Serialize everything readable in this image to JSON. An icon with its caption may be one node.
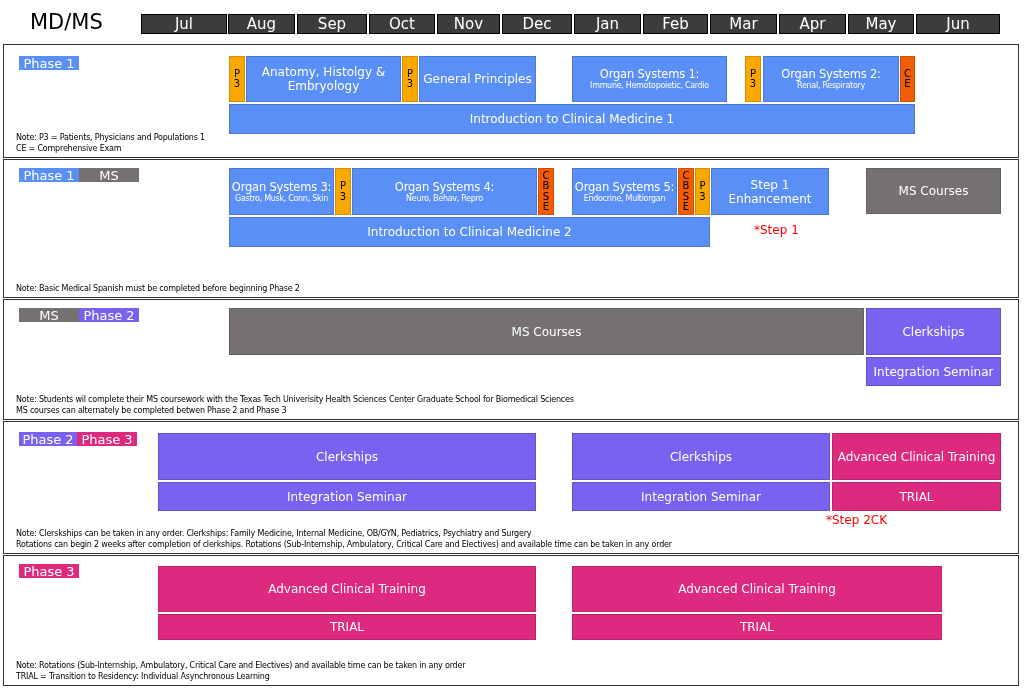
{
  "diagram": {
    "title": "MD/MS",
    "nodes": [
      {
        "text": [
          "Jul"
        ]
      },
      {
        "text": [
          "Aug"
        ]
      },
      {
        "text": [
          "Sep"
        ]
      },
      {
        "text": [
          "Oct"
        ]
      },
      {
        "text": [
          "Nov"
        ]
      },
      {
        "text": [
          "Dec"
        ]
      },
      {
        "text": [
          "Jan"
        ]
      },
      {
        "text": [
          "Feb"
        ]
      },
      {
        "text": [
          "Mar"
        ]
      },
      {
        "text": [
          "Apr"
        ]
      },
      {
        "text": [
          "May"
        ]
      },
      {
        "text": [
          "Jun"
        ]
      },
      {
        "text": [
          "Note: P3 = Patients, Physicians and Populations 1",
          "CE = Comprehensive Exam"
        ]
      },
      {
        "text": [
          "Phase 1"
        ],
        "in": 12
      },
      {
        "text": [
          "P3"
        ],
        "in": 12
      },
      {
        "text": [
          "Anatomy, Histolgy & Embryology"
        ],
        "in": 12
      },
      {
        "text": [
          "P3"
        ],
        "in": 12
      },
      {
        "text": [
          "General Principles"
        ],
        "in": 12
      },
      {
        "text": [
          "Organ Systems 1:",
          "Immune, Hemotopoietic, Cardio"
        ],
        "in": 12
      },
      {
        "text": [
          "P3"
        ],
        "in": 12
      },
      {
        "text": [
          "Organ Systems 2:",
          "Renal, Respiratory"
        ],
        "in": 12
      },
      {
        "text": [
          "CE"
        ],
        "in": 12
      },
      {
        "text": [
          "Introduction to Clinical Medicine 1"
        ],
        "in": 12
      },
      {
        "text": [
          "Note: Basic Medical Spanish must be completed before beginning Phase 2"
        ]
      },
      {
        "text": [
          "Phase 1"
        ],
        "in": 23
      },
      {
        "text": [
          "MS"
        ],
        "in": 23
      },
      {
        "text": [
          "Organ Systems 3:",
          "Gastro, Musk, Conn, Skin"
        ],
        "in": 23
      },
      {
        "text": [
          "P3"
        ],
        "in": 23
      },
      {
        "text": [
          "Organ Systems 4:",
          "Neuro, Behav, Repro"
        ],
        "in": 23
      },
      {
        "text": [
          "CBSE"
        ],
        "in": 23
      },
      {
        "text": [
          "Organ Systems 5:",
          "Endocrine, Multiorgan"
        ],
        "in": 23
      },
      {
        "text": [
          "CBSE"
        ],
        "in": 23
      },
      {
        "text": [
          "P3"
        ],
        "in": 23
      },
      {
        "text": [
          "Step 1 Enhancement"
        ],
        "in": 23,
        "beside": [
          "*Step 1"
        ]
      },
      {
        "text": [
          "MS Courses"
        ],
        "in": 23
      },
      {
        "text": [
          "Introduction to Clinical Medicine 2"
        ],
        "in": 23
      },
      {
        "text": [
          "Note: Students wil complete their MS coursework with the Texas Tech Univerisity Health Sciences Center Graduate School for Biomedical Sciences",
          "MS courses can alternately be completed betwen Phase 2 and Phase 3"
        ]
      },
      {
        "text": [
          "MS"
        ],
        "in": 36
      },
      {
        "text": [
          "Phase 2"
        ],
        "in": 36
      },
      {
        "text": [
          "MS Courses"
        ],
        "in": 36
      },
      {
        "text": [
          "Clerkships"
        ],
        "in": 36
      },
      {
        "text": [
          "Integration Seminar"
        ],
        "in": 36
      },
      {
        "text": [
          "Note: Clerskships can be taken in any order. Clerkships: Family Medicine, Internal Medicine, OB/GYN, Pediatrics, Psychiatry and Surgery",
          "Rotations can begin 2 weeks after completion of clerkships. Rotations (Sub-Internship, Ambulatory, Critical Care and Electives) and available time can be taken in any order"
        ]
      },
      {
        "text": [
          "Phase 2"
        ],
        "in": 42
      },
      {
        "text": [
          "Phase 3"
        ],
        "in": 42
      },
      {
        "text": [
          "Clerkships"
        ],
        "in": 42
      },
      {
        "text": [
          "Integration Seminar"
        ],
        "in": 42
      },
      {
        "text": [
          "Clerkships"
        ],
        "in": 42
      },
      {
        "text": [
          "Integration Seminar"
        ],
        "in": 42
      },
      {
        "text": [
          "Advanced Clinical Training"
        ],
        "in": 42
      },
      {
        "text": [
          "TRIAL"
        ],
        "in": 42,
        "beside": [
          "*Step 2CK"
        ]
      },
      {
        "text": [
          "Note: Rotations (Sub-Internship, Ambulatory, Critical Care and Electives) and available time can be taken in any order",
          "TRIAL = Transition to Residency: Individual Asynchronous Learning"
        ]
      },
      {
        "text": [
          "Phase 3"
        ],
        "in": 51
      },
      {
        "text": [
          "Advanced Clinical Training"
        ],
        "in": 51
      },
      {
        "text": [
          "TRIAL"
        ],
        "in": 51
      },
      {
        "text": [
          "Advanced Clinical Training"
        ],
        "in": 51
      },
      {
        "text": [
          "TRIAL"
        ],
        "in": 51
      }
    ]
  }
}
